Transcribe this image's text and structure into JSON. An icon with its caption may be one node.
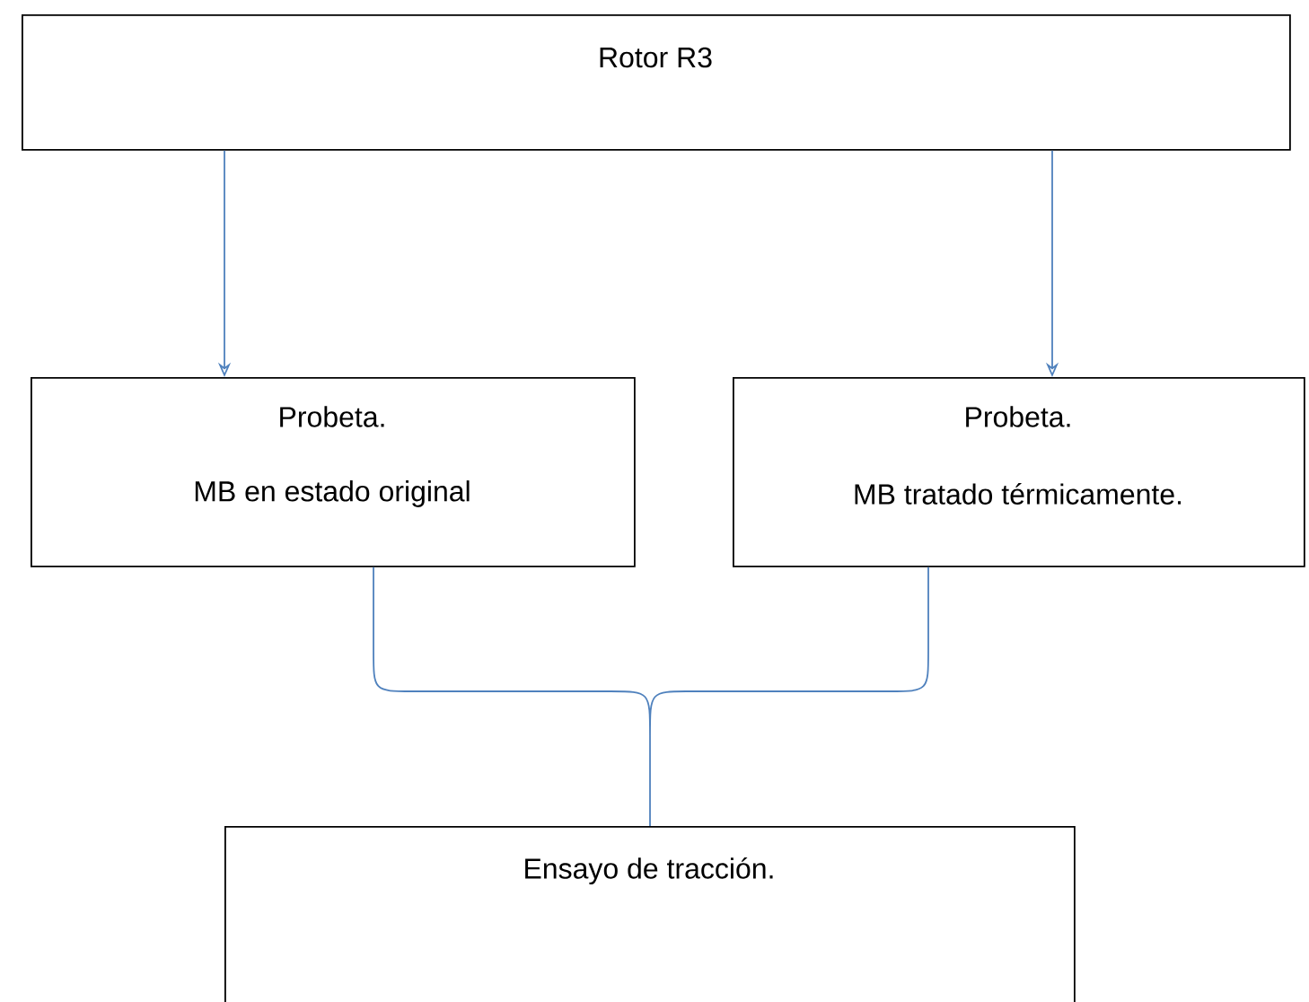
{
  "diagram": {
    "nodes": [
      {
        "text": [
          "Rotor R3"
        ]
      },
      {
        "text": [
          "Probeta.",
          "MB en estado original"
        ]
      },
      {
        "text": [
          "Probeta.",
          "MB tratado térmicamente."
        ]
      },
      {
        "text": [
          "Ensayo de tracción."
        ]
      }
    ],
    "edges": [
      {
        "from": 0,
        "to": 1,
        "arrow": "to"
      },
      {
        "from": 0,
        "to": 2,
        "arrow": "to"
      },
      {
        "from": 1,
        "to": 3,
        "arrow": "none"
      },
      {
        "from": 2,
        "to": 3,
        "arrow": "none"
      }
    ]
  }
}
